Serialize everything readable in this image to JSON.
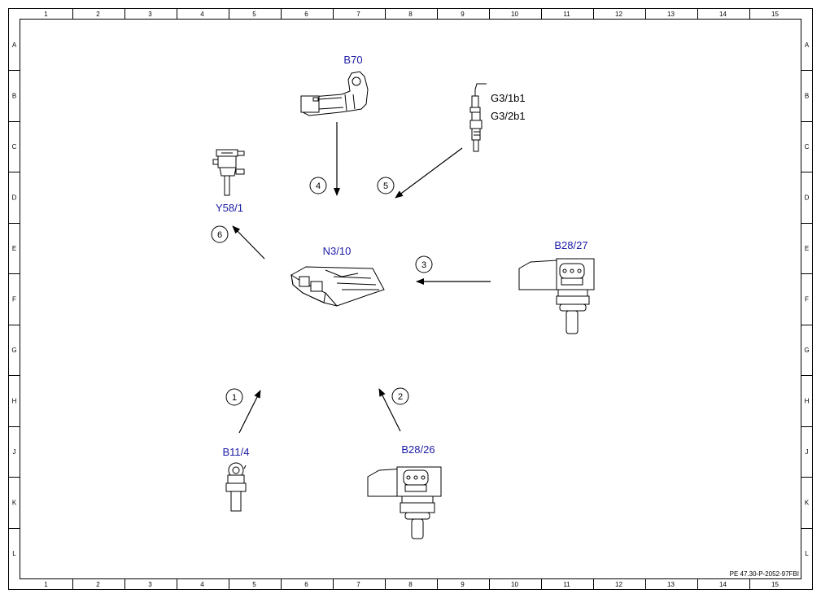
{
  "grid": {
    "columns": [
      "1",
      "2",
      "3",
      "4",
      "5",
      "6",
      "7",
      "8",
      "9",
      "10",
      "11",
      "12",
      "13",
      "14",
      "15"
    ],
    "rows": [
      "A",
      "B",
      "C",
      "D",
      "E",
      "F",
      "G",
      "H",
      "J",
      "K",
      "L"
    ]
  },
  "components": {
    "b70": "B70",
    "g3_1b1": "G3/1b1",
    "g3_2b1": "G3/2b1",
    "y58_1": "Y58/1",
    "n3_10": "N3/10",
    "b28_27": "B28/27",
    "b11_4": "B11/4",
    "b28_26": "B28/26"
  },
  "steps": [
    "1",
    "2",
    "3",
    "4",
    "5",
    "6"
  ],
  "footer_code": "PE 47.30-P-2052-97FBI"
}
